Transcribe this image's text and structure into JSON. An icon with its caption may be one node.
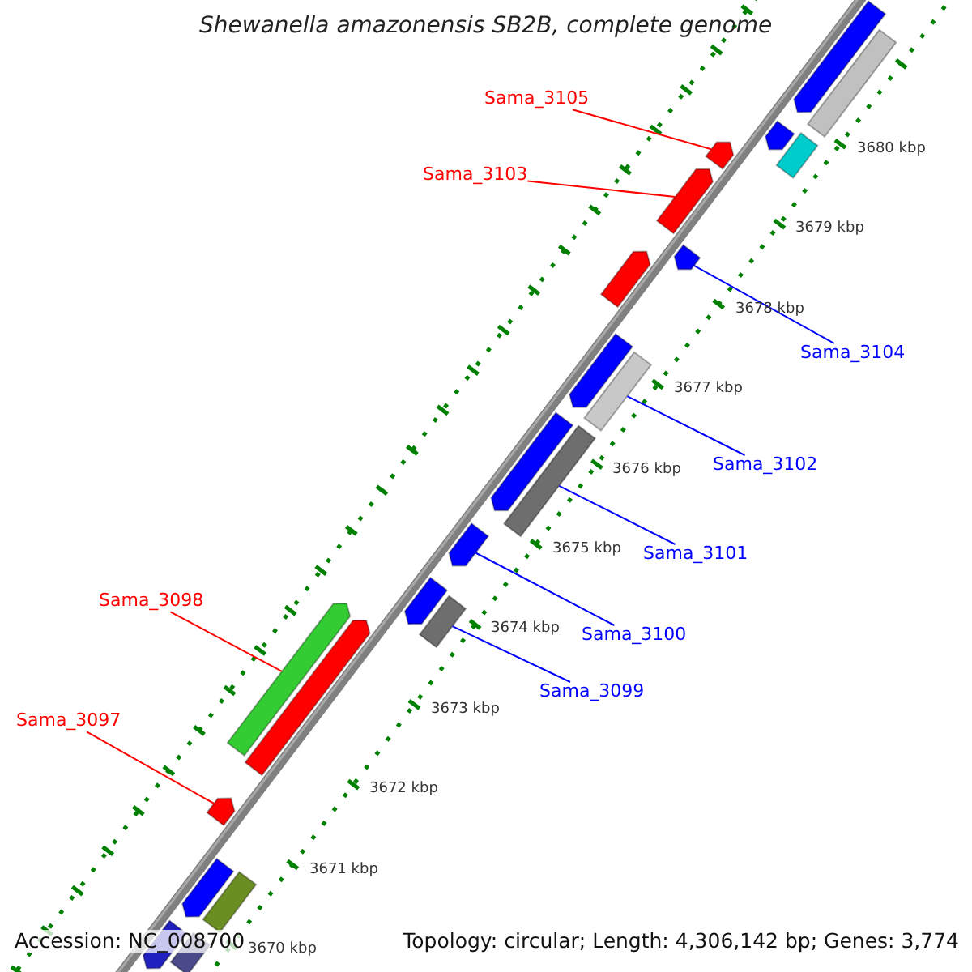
{
  "diagram": {
    "title": "Shewanella amazonensis SB2B, complete genome",
    "nodes": [
      {
        "text": [
          "Sama_3105"
        ]
      },
      {
        "text": [
          "Sama_3103"
        ]
      },
      {
        "text": [
          "Sama_3104"
        ]
      },
      {
        "text": [
          "Sama_3102"
        ]
      },
      {
        "text": [
          "Sama_3101"
        ]
      },
      {
        "text": [
          "Sama_3098"
        ]
      },
      {
        "text": [
          "Sama_3100"
        ]
      },
      {
        "text": [
          "Sama_3099"
        ]
      },
      {
        "text": [
          "Sama_3097"
        ]
      },
      {
        "text": [],
        "shape": "bar"
      },
      {
        "text": [],
        "shape": "bar"
      },
      {
        "text": [],
        "shape": "bar"
      },
      {
        "text": [],
        "shape": "bar"
      },
      {
        "text": [],
        "shape": "bar"
      },
      {
        "text": [],
        "shape": "bar"
      },
      {
        "text": [],
        "shape": "bar"
      },
      {
        "text": [],
        "shape": "bar"
      },
      {
        "text": [],
        "shape": "bar"
      },
      {
        "text": [],
        "shape": "bar"
      },
      {
        "text": [],
        "shape": "bar"
      },
      {
        "text": [],
        "shape": "bar"
      },
      {
        "text": [],
        "shape": "bar"
      },
      {
        "text": [],
        "shape": "bar"
      },
      {
        "text": [],
        "shape": "bar"
      },
      {
        "text": [],
        "shape": "bar"
      },
      {
        "text": [],
        "shape": "bar"
      },
      {
        "text": [],
        "shape": "bar"
      },
      {
        "text": [],
        "shape": "bar"
      },
      {
        "text": [],
        "shape": "bar"
      },
      {
        "text": [],
        "shape": "bar"
      },
      {
        "text": [],
        "shape": "bar"
      }
    ],
    "edges": [
      {
        "from": 0,
        "to": 11,
        "arrow": "none",
        "color": "#ff0000"
      },
      {
        "from": 1,
        "to": 14,
        "arrow": "none",
        "color": "#ff0000"
      },
      {
        "from": 2,
        "to": 15,
        "arrow": "none"
      },
      {
        "from": 3,
        "to": 18,
        "arrow": "none"
      },
      {
        "from": 4,
        "to": 20,
        "arrow": "none"
      },
      {
        "from": 5,
        "to": 24,
        "arrow": "none",
        "color": "#ff0000"
      },
      {
        "from": 6,
        "to": 21,
        "arrow": "none"
      },
      {
        "from": 7,
        "to": 23,
        "arrow": "none"
      },
      {
        "from": 8,
        "to": 26,
        "arrow": "none",
        "color": "#ff0000"
      }
    ],
    "labels": [
      "3680 kbp",
      "3679 kbp",
      "3678 kbp",
      "3677 kbp",
      "3676 kbp",
      "3675 kbp",
      "3674 kbp",
      "3673 kbp",
      "3672 kbp",
      "3671 kbp",
      "3670 kbp",
      "Accession: NC_008700",
      "Topology: circular; Length: 4,306,142 bp; Genes: 3,774"
    ]
  }
}
